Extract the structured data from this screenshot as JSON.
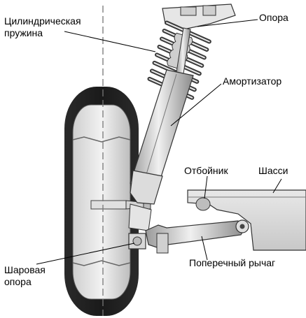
{
  "labels": {
    "spring_line1": "Цилиндрическая",
    "spring_line2": "пружина",
    "support": "Опора",
    "damper": "Амортизатор",
    "bumper": "Отбойник",
    "chassis": "Шасси",
    "ball_joint_line1": "Шаровая",
    "ball_joint_line2": "опора",
    "control_arm": "Поперечный рычаг"
  }
}
